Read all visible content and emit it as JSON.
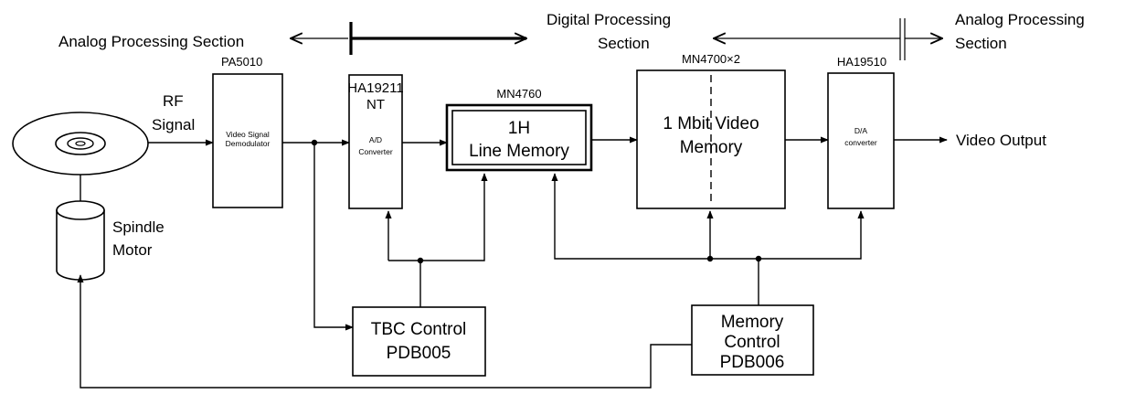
{
  "sections": {
    "analog_left": "Analog Processing Section",
    "digital_line1": "Digital Processing",
    "digital_line2": "Section",
    "analog_right_line1": "Analog Processing",
    "analog_right_line2": "Section"
  },
  "signals": {
    "rf_line1": "RF",
    "rf_line2": "Signal",
    "video_output": "Video Output"
  },
  "disc": {
    "motor_line1": "Spindle",
    "motor_line2": "Motor"
  },
  "blocks": {
    "demod": {
      "part": "PA5010",
      "line1": "Video Signal",
      "line2": "Demodulator"
    },
    "adc": {
      "part_line1": "HA19211",
      "part_line2": "NT",
      "line1": "A/D",
      "line2": "Converter"
    },
    "line_memory": {
      "part": "MN4760",
      "line1": "1H",
      "line2": "Line Memory"
    },
    "video_memory": {
      "part": "MN4700×2",
      "line1": "1 Mbit Video",
      "line2": "Memory"
    },
    "dac": {
      "part": "HA19510",
      "line1": "D/A",
      "line2": "converter"
    },
    "tbc": {
      "line1": "TBC Control",
      "line2": "PDB005"
    },
    "mem_ctrl": {
      "line1": "Memory",
      "line2": "Control",
      "line3": "PDB006"
    }
  }
}
